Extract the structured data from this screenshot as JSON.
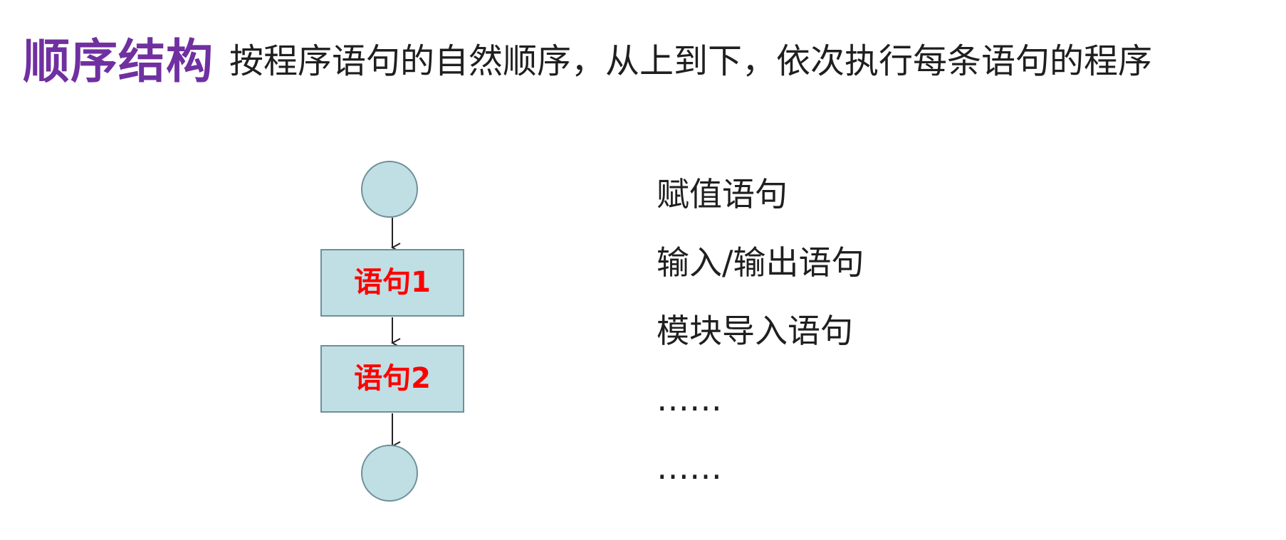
{
  "header": {
    "title": "顺序结构",
    "subtitle": "按程序语句的自然顺序，从上到下，依次执行每条语句的程序"
  },
  "flowchart": {
    "box1_label": "语句1",
    "box2_label": "语句2",
    "node_fill": "#bfdfe5",
    "node_stroke": "#6f8f98",
    "label_color": "#ff0000"
  },
  "statements": {
    "items": [
      "赋值语句",
      "输入/输出语句",
      "模块导入语句",
      "……",
      "……"
    ]
  }
}
